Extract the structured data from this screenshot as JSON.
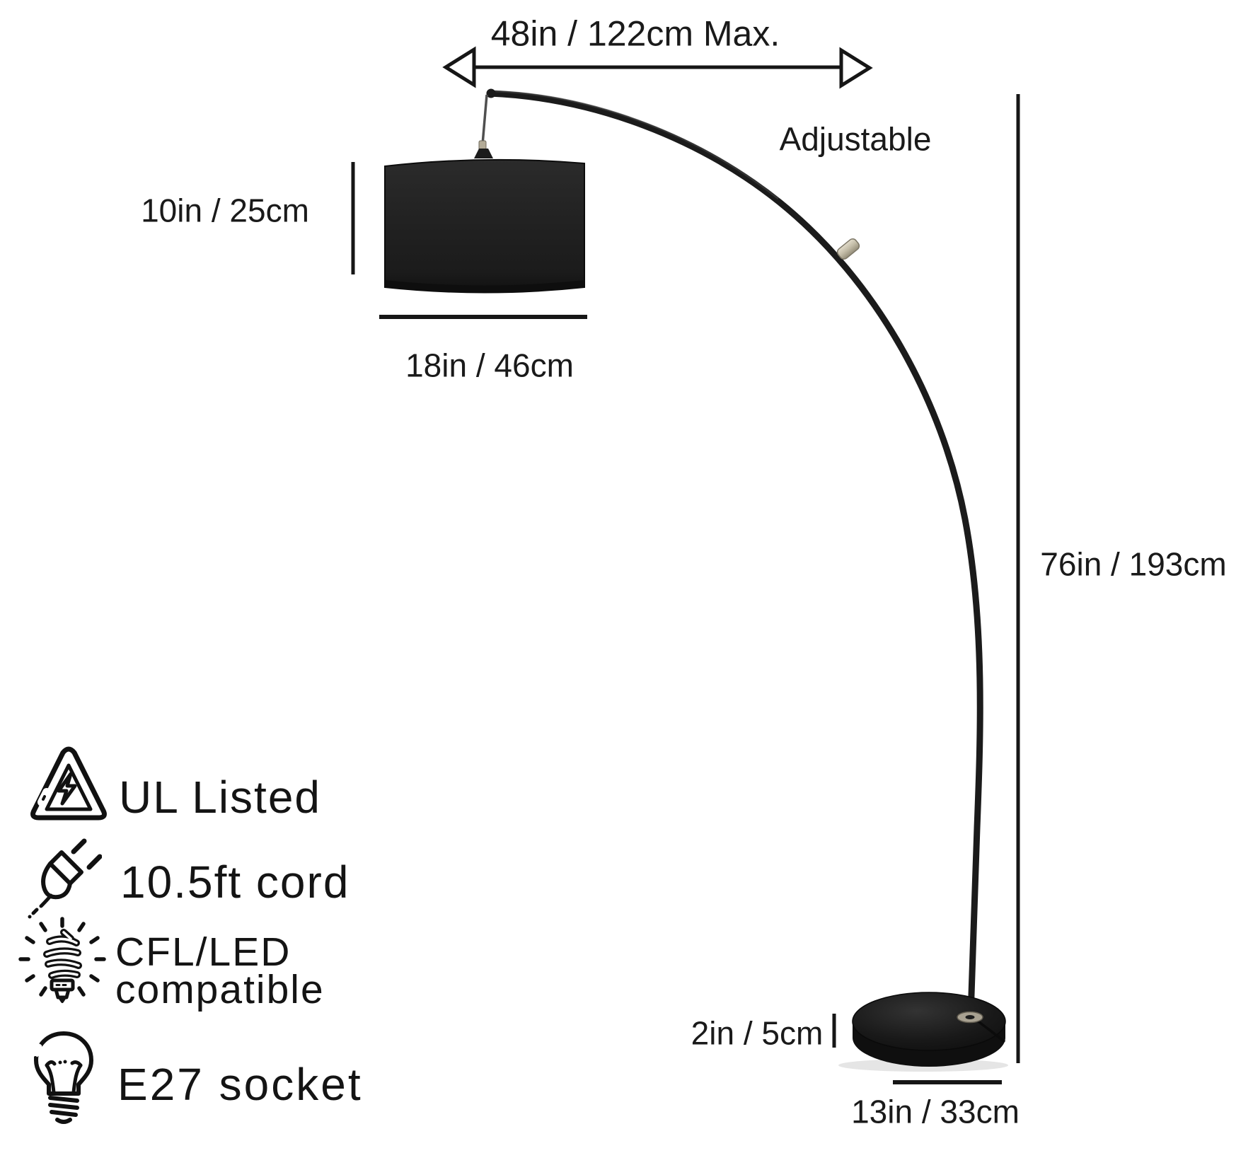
{
  "labels": {
    "arc_width": "48in / 122cm Max.",
    "adjustable": "Adjustable",
    "shade_height": "10in / 25cm",
    "shade_diameter": "18in / 46cm",
    "total_height": "76in / 193cm",
    "base_height": "2in / 5cm",
    "base_diameter": "13in / 33cm"
  },
  "features": [
    {
      "icon": "high-voltage-warning-icon",
      "lines": [
        "UL Listed"
      ]
    },
    {
      "icon": "power-plug-icon",
      "lines": [
        "10.5ft cord"
      ]
    },
    {
      "icon": "cfl-bulb-icon",
      "lines": [
        "CFL/LED",
        "compatible"
      ]
    },
    {
      "icon": "light-bulb-icon",
      "lines": [
        "E27 socket"
      ]
    }
  ],
  "colors": {
    "line": "#1a1a1a",
    "shade": "#1f1f1f",
    "base": "#121212",
    "metal_joint": "#c9c2ae",
    "background": "#ffffff"
  }
}
